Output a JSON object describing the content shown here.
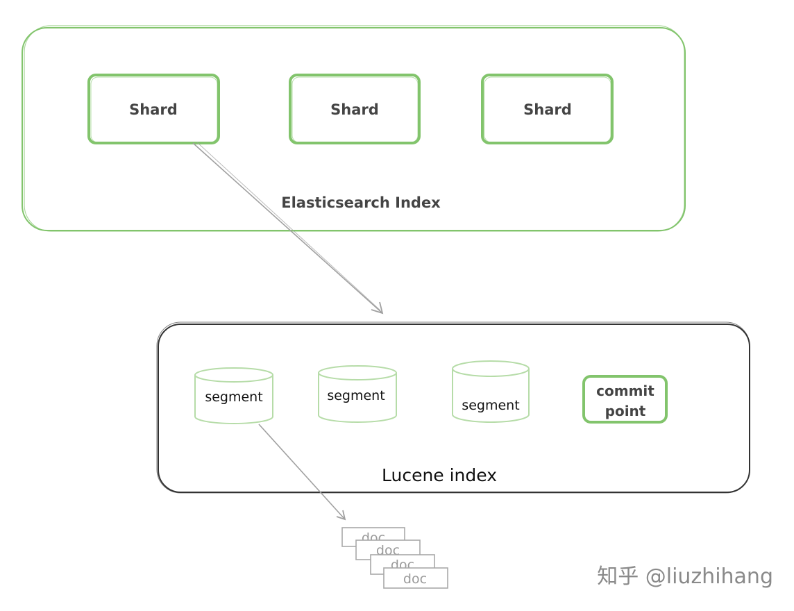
{
  "elasticsearch_index": {
    "label": "Elasticsearch Index",
    "shards": [
      "Shard",
      "Shard",
      "Shard"
    ]
  },
  "lucene_index": {
    "label": "Lucene index",
    "segments": [
      "segment",
      "segment",
      "segment"
    ],
    "commit_point": {
      "line1": "commit",
      "line2": "point"
    }
  },
  "docs": [
    "doc",
    "doc",
    "doc",
    "doc"
  ],
  "watermark": "知乎 @liuzhihang",
  "colors": {
    "green": "#82c46c",
    "light_green": "#b6dca8",
    "dark_outline": "#333333",
    "arrow_gray": "#a0a0a0",
    "doc_gray": "#a8a8a8"
  }
}
